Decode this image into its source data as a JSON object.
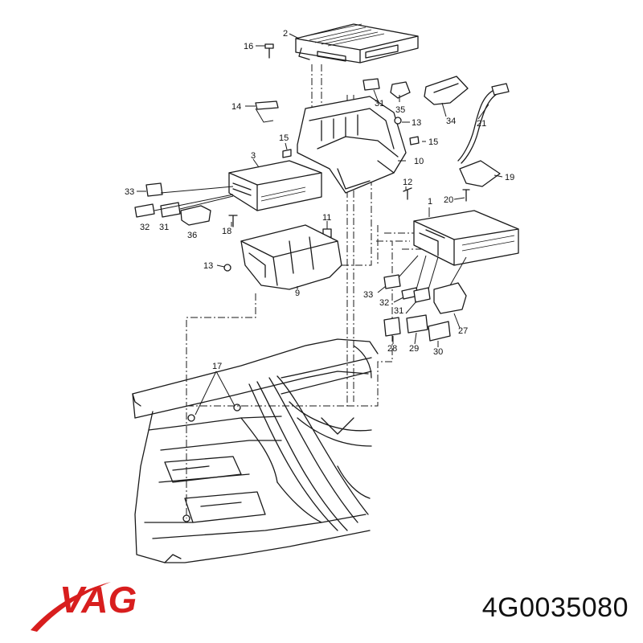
{
  "diagram": {
    "callouts": {
      "c1": "1",
      "c2": "2",
      "c3": "3",
      "c9": "9",
      "c10": "10",
      "c11": "11",
      "c12": "12",
      "c13a": "13",
      "c13b": "13",
      "c14": "14",
      "c15a": "15",
      "c15b": "15",
      "c16": "16",
      "c17": "17",
      "c18": "18",
      "c19": "19",
      "c20": "20",
      "c21": "21",
      "c27": "27",
      "c28": "28",
      "c29": "29",
      "c30": "30",
      "c31a": "31",
      "c31b": "31",
      "c31c": "31",
      "c32a": "32",
      "c32b": "32",
      "c33a": "33",
      "c33b": "33",
      "c34": "34",
      "c35": "35",
      "c36": "36"
    }
  },
  "brand": {
    "logo_text": "VAG",
    "logo_color": "#d81e1e"
  },
  "part_number": "4G0035080"
}
